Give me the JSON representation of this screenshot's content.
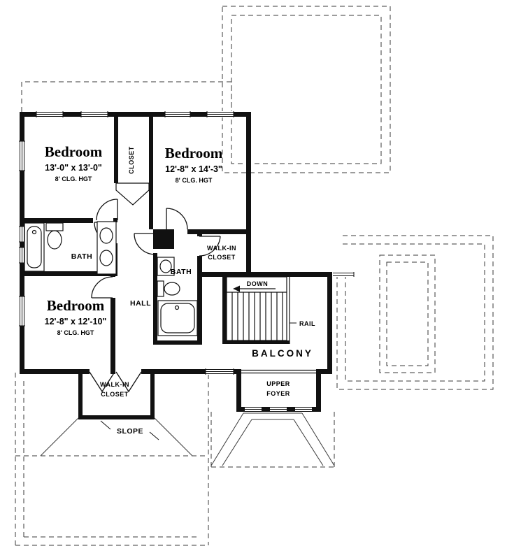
{
  "rooms": {
    "bedroom1": {
      "name": "Bedroom",
      "dims": "13'-0\" x 13'-0\"",
      "ceiling": "8' CLG. HGT"
    },
    "bedroom2": {
      "name": "Bedroom",
      "dims": "12'-8\" x 14'-3\"",
      "ceiling": "8' CLG. HGT"
    },
    "bedroom3": {
      "name": "Bedroom",
      "dims": "12'-8\" x 12'-10\"",
      "ceiling": "8' CLG. HGT"
    },
    "closet": {
      "name": "CLOSET"
    },
    "bath_left": {
      "name": "BATH"
    },
    "bath_center": {
      "name": "BATH"
    },
    "walk_in_closet_right": {
      "line1": "WALK-IN",
      "line2": "CLOSET"
    },
    "walk_in_closet_lower": {
      "line1": "WALK-IN",
      "line2": "CLOSET"
    },
    "hall": {
      "name": "HALL"
    },
    "balcony": {
      "name": "BALCONY"
    },
    "upper_foyer": {
      "line1": "UPPER",
      "line2": "FOYER"
    }
  },
  "annotations": {
    "down": "DOWN",
    "rail": "RAIL",
    "slope": "SLOPE"
  },
  "colors": {
    "wall": "#111111",
    "roof_line": "#3a3a3a",
    "background": "#ffffff"
  }
}
